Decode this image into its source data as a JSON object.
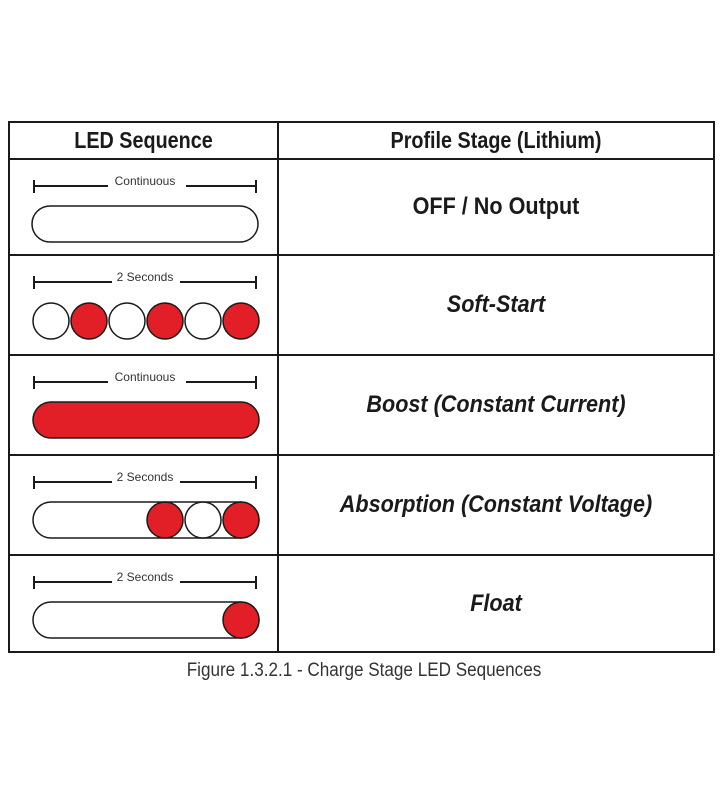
{
  "table": {
    "headers": {
      "led_sequence": "LED Sequence",
      "profile_stage": "Profile Stage (Lithium)"
    },
    "rows": [
      {
        "duration": "Continuous",
        "stage": "OFF / No Output",
        "pattern": "all off"
      },
      {
        "duration": "2 Seconds",
        "stage": "Soft-Start",
        "pattern": "off,red,off,red,off,red"
      },
      {
        "duration": "Continuous",
        "stage": "Boost (Constant Current)",
        "pattern": "all red"
      },
      {
        "duration": "2 Seconds",
        "stage": "Absorption (Constant Voltage)",
        "pattern": "off bar, red, off, red"
      },
      {
        "duration": "2 Seconds",
        "stage": "Float",
        "pattern": "off bar, red"
      }
    ]
  },
  "colors": {
    "red": "#e21f26",
    "outline": "#1a1a1a",
    "off": "#ffffff"
  },
  "caption": "Figure 1.3.2.1 - Charge Stage LED Sequences"
}
